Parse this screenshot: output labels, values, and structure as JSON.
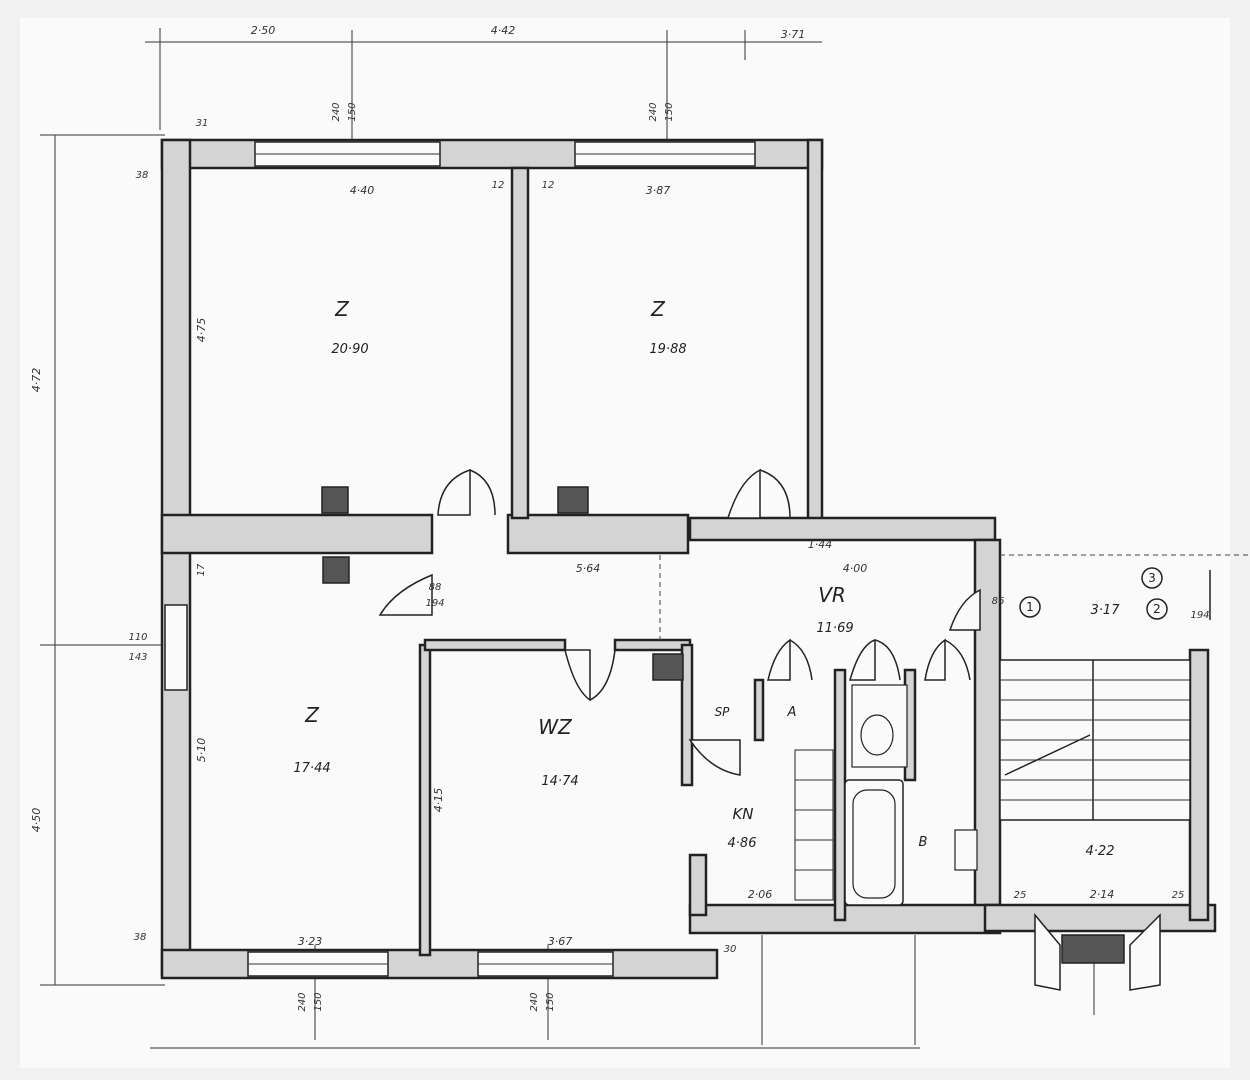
{
  "plan": {
    "rooms": [
      {
        "label": "Z",
        "area": "20·90"
      },
      {
        "label": "Z",
        "area": "19·88"
      },
      {
        "label": "Z",
        "area": "17·44"
      },
      {
        "label": "WZ",
        "area": "14·74"
      },
      {
        "label": "VR",
        "area": "11·69"
      },
      {
        "label": "KN",
        "area": "4·86"
      },
      {
        "label": "B",
        "area": ""
      },
      {
        "label": "A",
        "area": ""
      },
      {
        "label": "SP",
        "area": ""
      }
    ],
    "stair_area": "4·22",
    "stair_corner_area": "3·17",
    "dimensions": {
      "top_1": "2·50",
      "top_2": "4·42",
      "top_3": "3·71",
      "left_total": "4·72",
      "left_lower": "4·50",
      "left_mid_a": "110",
      "left_mid_b": "143",
      "room1_width": "4·40",
      "room1_height": "4·75",
      "room2_width": "3·87",
      "corridor_width": "5·64",
      "corridor_2": "4·00",
      "corridor_3": "1·44",
      "room3_height": "5·10",
      "room3_width": "3·23",
      "wz_height": "4·15",
      "wz_width": "3·67",
      "kn_width": "2·06",
      "stair_width": "2·14",
      "window_a": "240",
      "window_b": "150",
      "wall_12a": "12",
      "wall_12b": "12",
      "wall_38": "38",
      "wall_31": "31",
      "wall_38b": "38",
      "wall_30": "30",
      "wall_25a": "25",
      "wall_25b": "25",
      "wall_17": "17",
      "door_a": "88",
      "door_b": "194",
      "door_c": "86",
      "door_d": "194"
    },
    "markers": [
      "1",
      "2",
      "3"
    ]
  }
}
